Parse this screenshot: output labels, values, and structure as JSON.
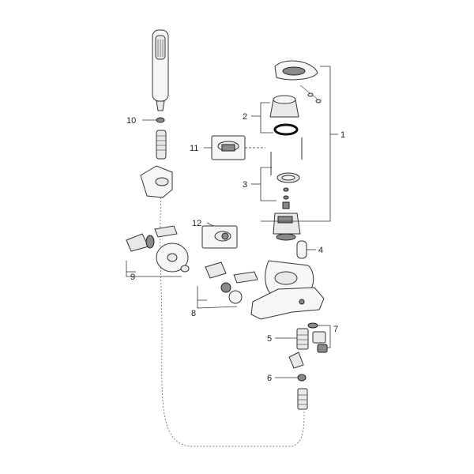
{
  "labels": {
    "p1": "1",
    "p2": "2",
    "p3": "3",
    "p4": "4",
    "p5": "5",
    "p6": "6",
    "p7": "7",
    "p8": "8",
    "p9": "9",
    "p10": "10",
    "p11": "11",
    "p12": "12"
  },
  "colors": {
    "line": "#333333",
    "part_fill": "#e9e9e9",
    "dark_fill": "#8a8a8a",
    "background": "#ffffff"
  }
}
